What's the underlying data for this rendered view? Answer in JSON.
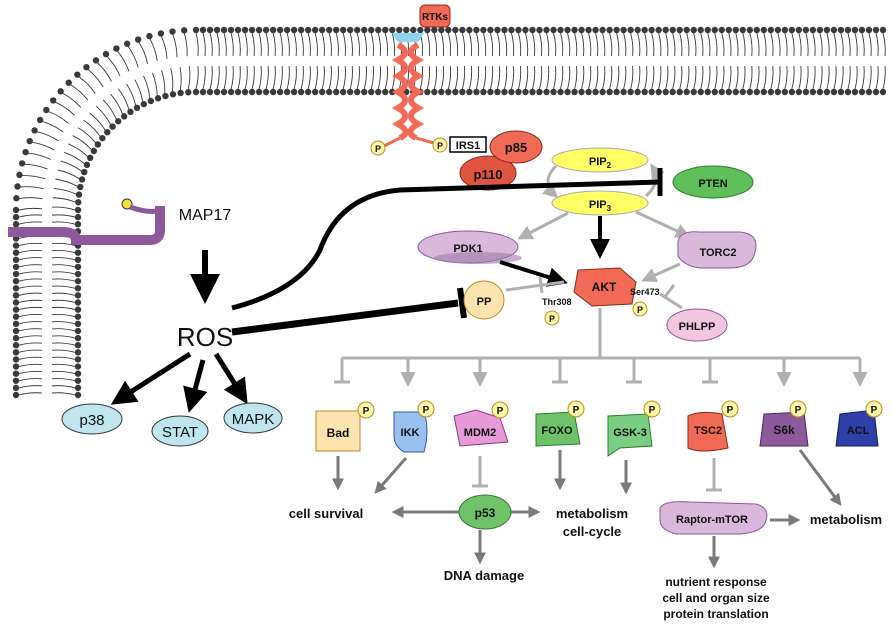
{
  "membrane": {
    "receptor": "RTKs",
    "adaptor": "IRS1",
    "p85": "p85",
    "p110": "p110",
    "phospho": "P"
  },
  "lipids": {
    "pip2": "PIP",
    "pip2_sub": "2",
    "pip3": "PIP",
    "pip3_sub": "3"
  },
  "nodes": {
    "map17": "MAP17",
    "ros": "ROS",
    "pten": "PTEN",
    "pdk1": "PDK1",
    "torc2": "TORC2",
    "akt": "AKT",
    "thr308": "Thr308",
    "ser473": "Ser473",
    "pp": "PP",
    "phlpp": "PHLPP",
    "p38": "p38",
    "stat": "STAT",
    "mapk": "MAPK"
  },
  "targets": {
    "bad": "Bad",
    "ikk": "IKK",
    "mdm2": "MDM2",
    "foxo": "FOXO",
    "gsk3": "GSK-3",
    "tsc2": "TSC2",
    "s6k": "S6k",
    "acl": "ACL",
    "p53": "p53",
    "raptor": "Raptor-mTOR"
  },
  "outcomes": {
    "cell_survival": "cell survival",
    "dna_damage": "DNA damage",
    "metabolism_1": "metabolism",
    "cell_cycle": "cell-cycle",
    "metabolism_2": "metabolism",
    "nutrient": "nutrient response",
    "organ_size": "cell and organ size",
    "translation": "protein translation"
  },
  "colors": {
    "salmon": "#f06a55",
    "purple_light": "#d9b8dc",
    "purple_dark": "#8c5a9c",
    "yellow": "#ffff66",
    "green": "#5fbf5a",
    "orange_pale": "#fde3b0",
    "cyan": "#bfe6ee",
    "pink": "#f3c6df",
    "blue": "#9ac0f0",
    "gray_arrow": "#9a9a9a",
    "black": "#000000"
  }
}
